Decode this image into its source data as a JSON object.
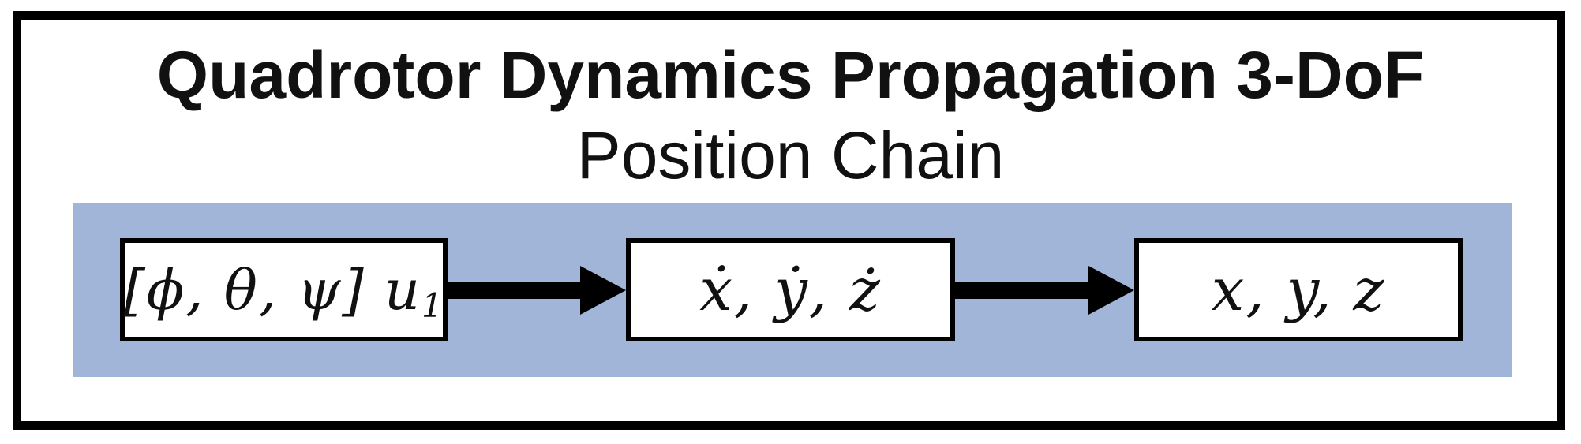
{
  "diagram": {
    "title": "Quadrotor Dynamics Propagation 3-DoF",
    "subtitle": "Position Chain",
    "colors": {
      "frame_border": "#000000",
      "band_background": "#a0b5d8",
      "box_background": "#ffffff",
      "box_border": "#000000",
      "arrow": "#000000",
      "text": "#111111"
    },
    "nodes": [
      {
        "id": "attitude-thrust-input",
        "label_main": "[ϕ, θ, ψ] u",
        "label_sub": "1"
      },
      {
        "id": "velocity-state",
        "label_main": "ẋ, ẏ, ż",
        "label_sub": ""
      },
      {
        "id": "position-state",
        "label_main": "x, y, z",
        "label_sub": ""
      }
    ],
    "arrows": [
      {
        "id": "arrow-1",
        "from": "attitude-thrust-input",
        "to": "velocity-state"
      },
      {
        "id": "arrow-2",
        "from": "velocity-state",
        "to": "position-state"
      }
    ]
  }
}
